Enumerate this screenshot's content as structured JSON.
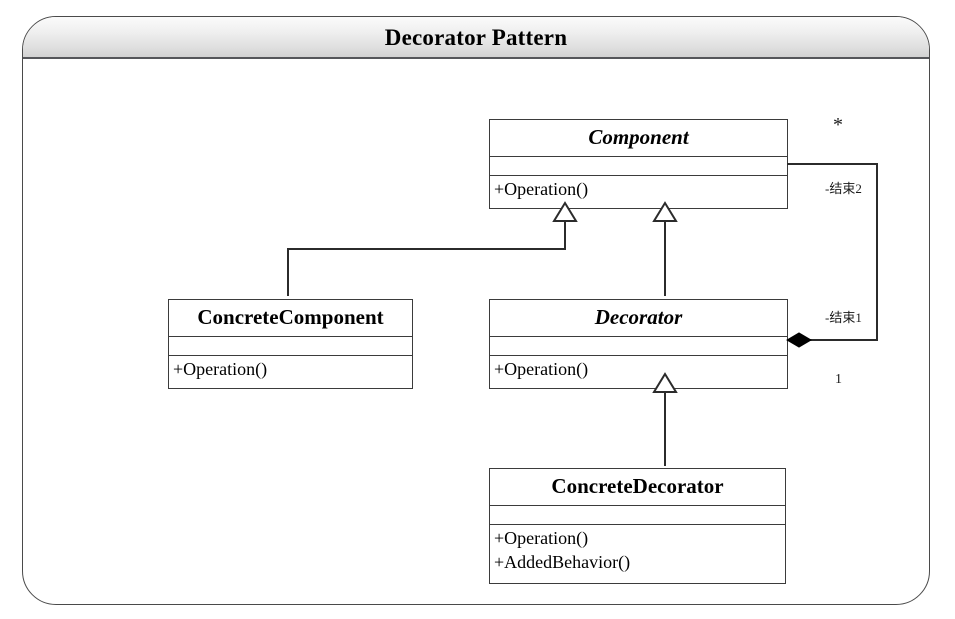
{
  "diagram": {
    "title": "Decorator Pattern",
    "type": "uml-class-diagram",
    "classes": [
      {
        "id": "component",
        "name": "Component",
        "abstract": true,
        "attributes": [],
        "operations": [
          "+Operation()"
        ]
      },
      {
        "id": "concrete-component",
        "name": "ConcreteComponent",
        "abstract": false,
        "attributes": [],
        "operations": [
          "+Operation()"
        ]
      },
      {
        "id": "decorator",
        "name": "Decorator",
        "abstract": true,
        "attributes": [],
        "operations": [
          "+Operation()"
        ]
      },
      {
        "id": "concrete-decorator",
        "name": "ConcreteDecorator",
        "abstract": false,
        "attributes": [],
        "operations": [
          "+Operation()",
          "+AddedBehavior()"
        ]
      }
    ],
    "relationships": [
      {
        "id": "gen-concrete-component",
        "type": "generalization",
        "from": "ConcreteComponent",
        "to": "Component"
      },
      {
        "id": "gen-decorator",
        "type": "generalization",
        "from": "Decorator",
        "to": "Component"
      },
      {
        "id": "gen-concrete-decorator",
        "type": "generalization",
        "from": "ConcreteDecorator",
        "to": "Decorator"
      },
      {
        "id": "agg-decorator-component",
        "type": "aggregation",
        "from": "Decorator",
        "to": "Component",
        "source_role": "-结束1",
        "source_multiplicity": "1",
        "target_role": "-结束2",
        "target_multiplicity": "*"
      }
    ],
    "labels": {
      "end2_role": "-结束2",
      "end2_multiplicity": "*",
      "end1_role": "-结束1",
      "end1_multiplicity": "1"
    }
  },
  "colors": {
    "frame_border": "#4a4a4a",
    "header_top": "#fbfbfb",
    "header_bottom": "#d2d2d2",
    "header_rule": "#55565a",
    "box_border": "#3b3b3b",
    "box_fill": "#ffffff",
    "line": "#2b2b2b",
    "text": "#000000"
  }
}
